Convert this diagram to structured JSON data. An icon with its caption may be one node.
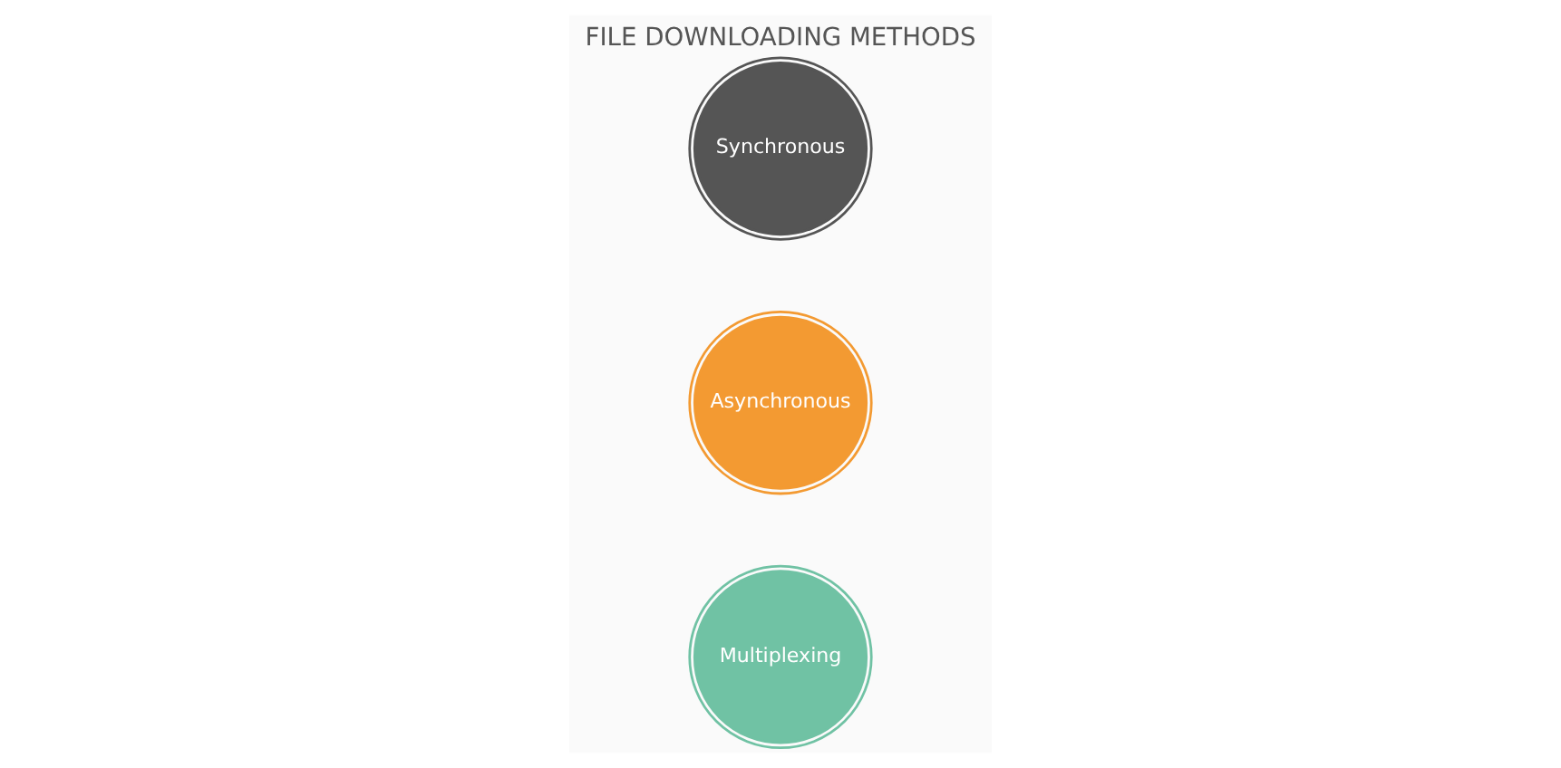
{
  "diagram": {
    "title": "FILE DOWNLOADING METHODS",
    "nodes": [
      {
        "text": [
          "Synchronous"
        ]
      },
      {
        "text": [
          "Asynchronous"
        ]
      },
      {
        "text": [
          "Multiplexing"
        ]
      }
    ]
  }
}
